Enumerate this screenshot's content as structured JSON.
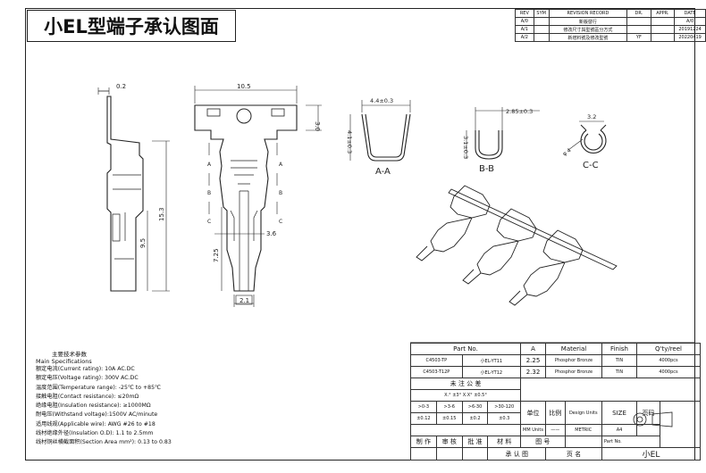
{
  "title": "小EL型端子承认图面",
  "revision": {
    "headers": [
      "REV",
      "SYM",
      "REVISION RECORD",
      "DR.",
      "APPR.",
      "DATE"
    ],
    "rows": [
      [
        "A/0",
        "",
        "新版發行",
        "",
        "",
        "A/0"
      ],
      [
        "A/1",
        "",
        "修改尺寸與型號區分方式",
        "",
        "",
        "20191224"
      ],
      [
        "A/2",
        "",
        "新增料號及修改型號",
        "YF",
        "",
        "20220419"
      ]
    ]
  },
  "drawing": {
    "dims": {
      "thickness": "0.2",
      "width": "10.5",
      "height": "3.0",
      "total_len": "15.3",
      "len_95": "9.5",
      "len_725": "7.25",
      "crimp_w": "3.6",
      "tip_w": "2.1",
      "aa_w": "4.4±0.3",
      "aa_h": "4.1±0.3",
      "bb_w": "2.85±0.3",
      "bb_h": "3.1±0.3",
      "cc_w": "3.2",
      "cc_d": "φ 4"
    },
    "sections": {
      "a": "A-A",
      "b": "B-B",
      "c": "C-C"
    },
    "markers": {
      "a": "A",
      "b": "B",
      "c": "C"
    }
  },
  "specs": {
    "heading_cn": "主要技术参数",
    "heading_en": "Main Specifications",
    "lines": [
      "额定电流(Current rating): 10A AC.DC",
      "额定电压(Voltage rating): 300V AC.DC",
      "温度范围(Temperature range): -25℃ to +85℃",
      "接触电阻(Contact resistance): ≤20mΩ",
      "绝缘电阻(Insulation resistance): ≥1000MΩ",
      "耐电压(Withstand voltage):1500V AC/minute",
      "适用线规(Applicable wire): AWG #26 to #18",
      "线材绝缘外径(Insulation O.D): 1.1 to 2.5mm",
      "线材铜丝横截面积(Section Area mm²): 0.13 to 0.83"
    ]
  },
  "titleblock": {
    "headers": [
      "Part No.",
      "A",
      "Material",
      "Finish",
      "Q'ty/reel"
    ],
    "parts": [
      [
        "C4503-TP",
        "小EL-YT11",
        "2.25",
        "Phosphor Bronze",
        "TIN",
        "4000pcs"
      ],
      [
        "C4503-T12P",
        "小EL-YT12",
        "2.32",
        "Phosphor Bronze",
        "TIN",
        "4000pcs"
      ]
    ],
    "tolerance_title": "未 注 公 差",
    "tol_angle": "X.° ±3°  X.X° ±0.5°",
    "tol_ranges": [
      ">0-3",
      ">3-6",
      ">6-30",
      ">30-120"
    ],
    "tol_vals": [
      "±0.12",
      "±0.15",
      "±0.2",
      "±0.3"
    ],
    "unit_label": "单位",
    "unit_val": "MM Units",
    "scale_label": "比例",
    "scale_val": "——",
    "design_units_label": "Design Units",
    "design_units_val": "METRIC",
    "size_label": "SIZE",
    "size_val": "A4",
    "page_label": "页码",
    "roles": [
      "制 作",
      "审 核",
      "批 准",
      "材 料",
      "图 号"
    ],
    "part_no_label": "Part No.",
    "part_no_val": "小EL",
    "approve_label": "承 认 图",
    "sheet_label": "页 名"
  }
}
